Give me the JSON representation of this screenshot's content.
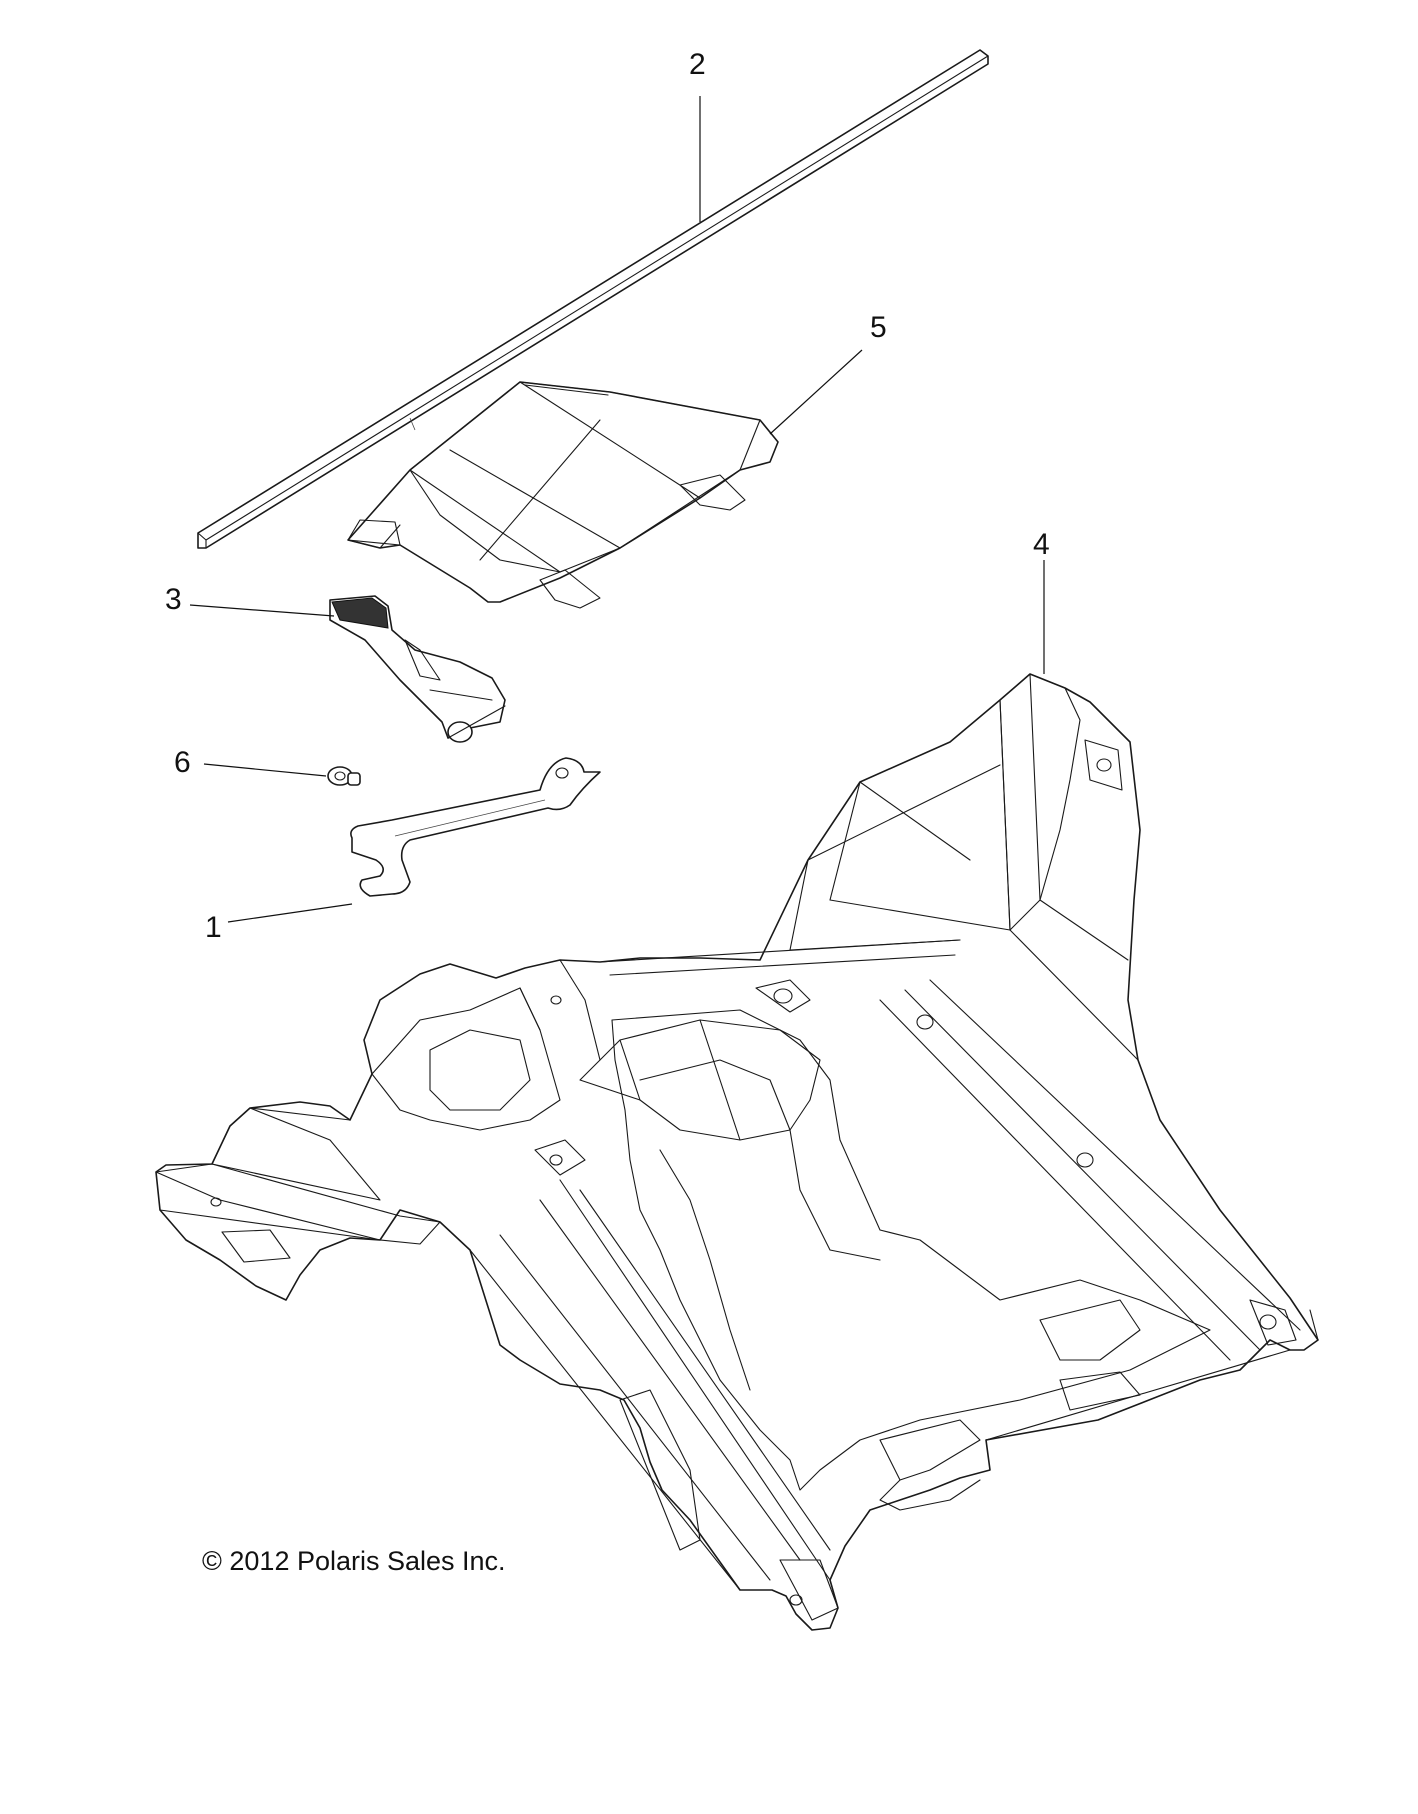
{
  "callouts": [
    {
      "id": "1",
      "label": "1"
    },
    {
      "id": "2",
      "label": "2"
    },
    {
      "id": "3",
      "label": "3"
    },
    {
      "id": "4",
      "label": "4"
    },
    {
      "id": "5",
      "label": "5"
    },
    {
      "id": "6",
      "label": "6"
    }
  ],
  "copyright": "© 2012 Polaris Sales Inc.",
  "colors": {
    "line": "#1a1a1a",
    "background": "#ffffff"
  }
}
